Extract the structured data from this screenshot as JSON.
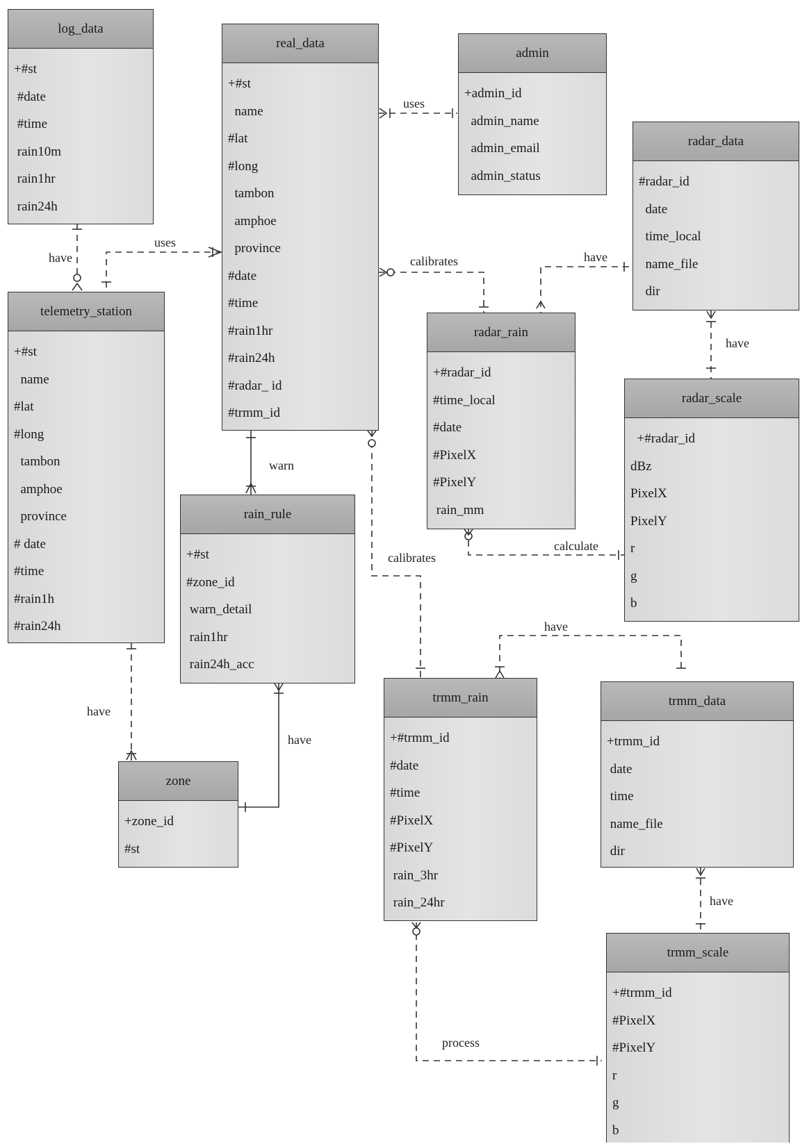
{
  "entities": {
    "log_data": {
      "title": "log_data",
      "fields": [
        "+#st",
        " #date",
        " #time",
        " rain10m",
        " rain1hr",
        " rain24h"
      ]
    },
    "real_data": {
      "title": "real_data",
      "fields": [
        "+#st",
        "  name",
        "#lat",
        "#long",
        "  tambon",
        "  amphoe",
        "  province",
        "#date",
        "#time",
        "#rain1hr",
        "#rain24h",
        "#radar_ id",
        "#trmm_id"
      ]
    },
    "admin": {
      "title": "admin",
      "fields": [
        "+admin_id",
        "  admin_name",
        "  admin_email",
        "  admin_status"
      ]
    },
    "radar_data": {
      "title": "radar_data",
      "fields": [
        "#radar_id",
        "  date",
        "  time_local",
        "  name_file",
        "  dir"
      ]
    },
    "telemetry_station": {
      "title": "telemetry_station",
      "fields": [
        "+#st",
        "  name",
        "#lat",
        "#long",
        "  tambon",
        "  amphoe",
        "  province",
        "# date",
        "#time",
        "#rain1h",
        "#rain24h"
      ]
    },
    "radar_rain": {
      "title": "radar_rain",
      "fields": [
        "+#radar_id",
        "#time_local",
        "#date",
        "#PixelX",
        "#PixelY",
        " rain_mm"
      ]
    },
    "radar_scale": {
      "title": "radar_scale",
      "fields": [
        "  +#radar_id",
        "dBz",
        "PixelX",
        "PixelY",
        "r",
        "g",
        "b"
      ]
    },
    "rain_rule": {
      "title": "rain_rule",
      "fields": [
        "+#st",
        "#zone_id",
        " warn_detail",
        " rain1hr",
        " rain24h_acc"
      ]
    },
    "trmm_rain": {
      "title": "trmm_rain",
      "fields": [
        "+#trmm_id",
        "#date",
        "#time",
        "#PixelX",
        "#PixelY",
        " rain_3hr",
        " rain_24hr"
      ]
    },
    "trmm_data": {
      "title": "trmm_data",
      "fields": [
        "+trmm_id",
        " date",
        " time",
        " name_file",
        " dir"
      ]
    },
    "zone": {
      "title": "zone",
      "fields": [
        "+zone_id",
        "#st"
      ]
    },
    "trmm_scale": {
      "title": "trmm_scale",
      "fields": [
        "+#trmm_id",
        "#PixelX",
        "#PixelY",
        "r",
        "g",
        "b"
      ]
    }
  },
  "relationships": {
    "real_admin": "uses",
    "tele_real": "uses",
    "log_tele": "have",
    "real_radar_rain": "calibrates",
    "radar_data_rain": "have",
    "radar_data_scale": "have",
    "real_rain_rule": "warn",
    "radar_rain_scale": "calculate",
    "real_trmm": "calibrates",
    "trmm_data_rain": "have",
    "tele_zone": "have",
    "rule_zone": "have",
    "trmm_data_scale": "have",
    "trmm_process": "process"
  }
}
